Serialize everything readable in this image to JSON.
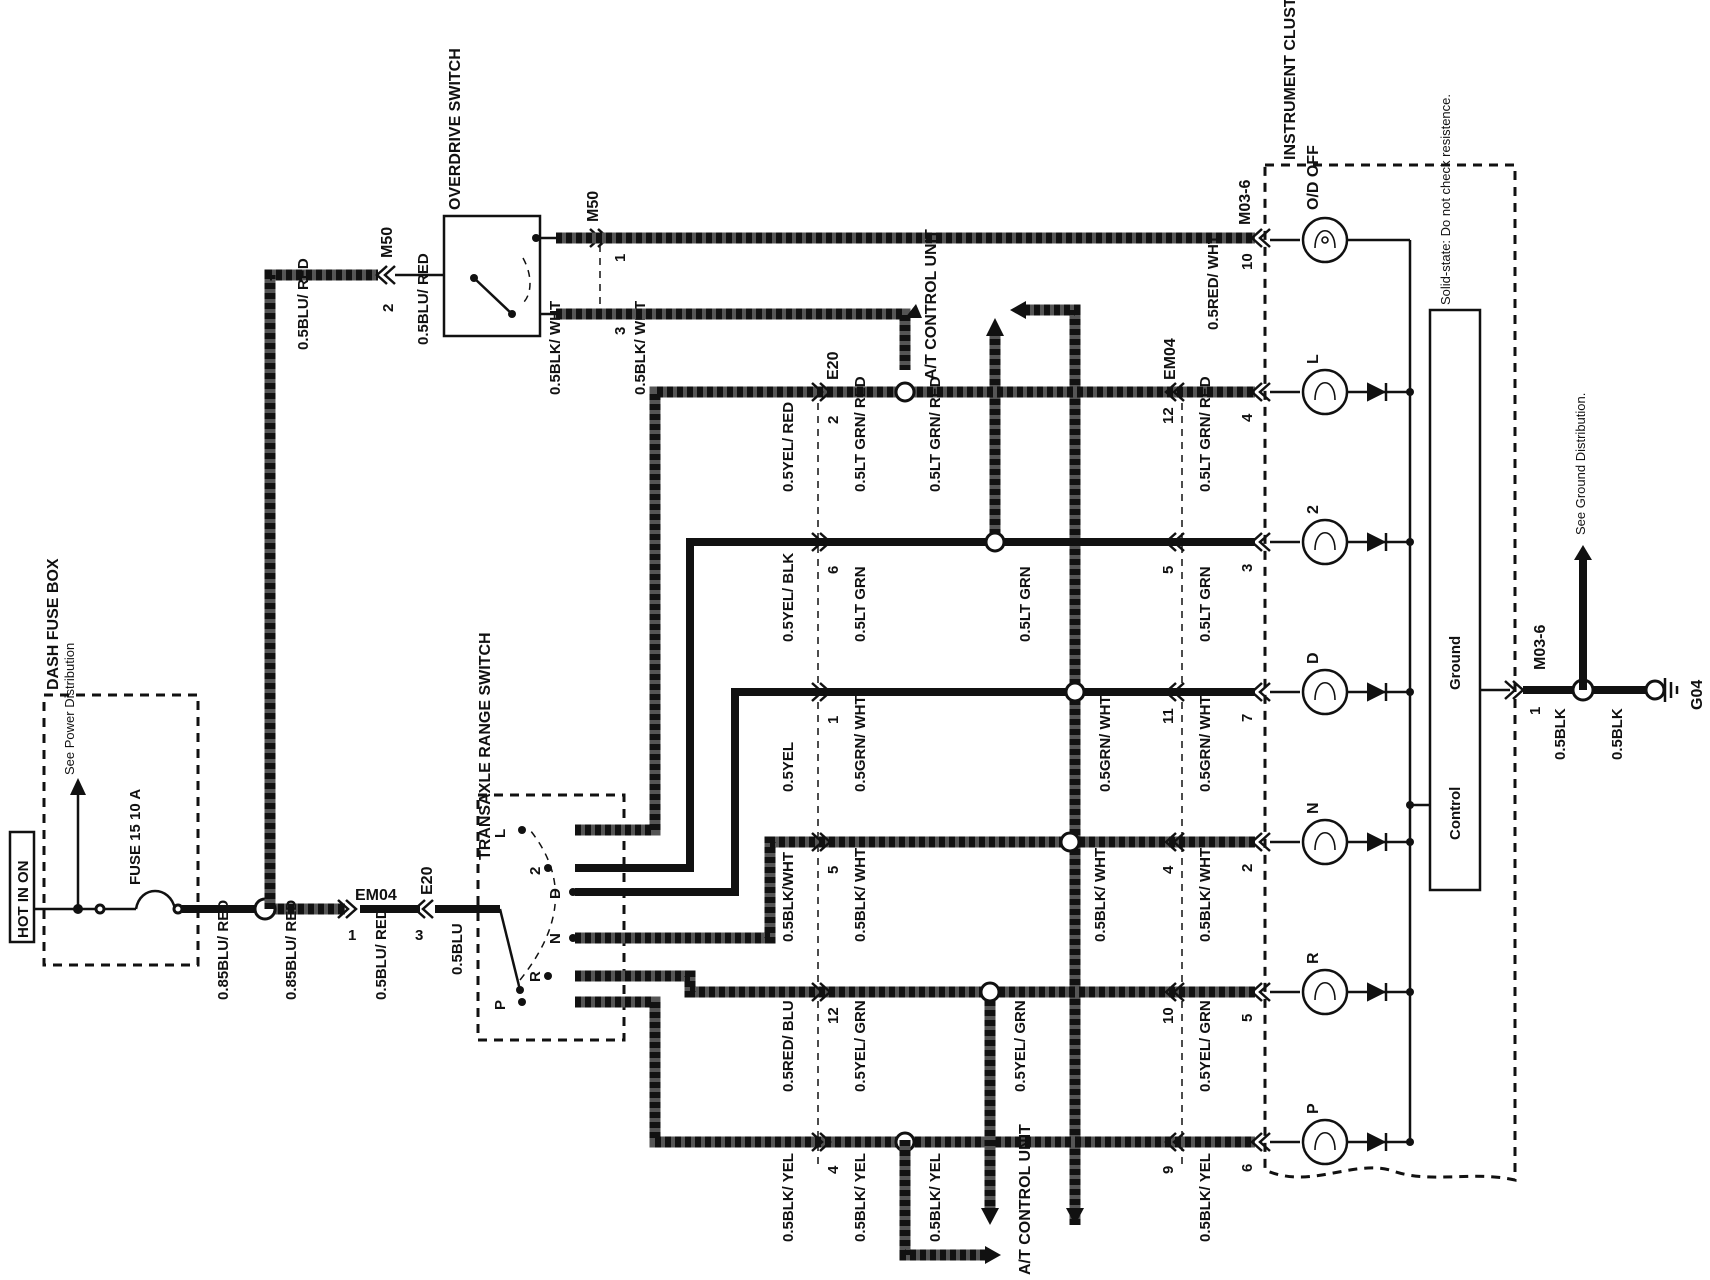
{
  "labels": {
    "hot_in_on": "HOT IN ON",
    "dash_fuse_box": "DASH FUSE BOX",
    "see_power_distribution": "See Power Distribution",
    "fuse": "FUSE 15 10 A",
    "transaxle_range_switch": "TRANSAXLE RANGE SWITCH",
    "overdrive_switch": "OVERDRIVE SWITCH",
    "instrument_cluster": "INSTRUMENT CLUSTER",
    "at_control_unit_top": "A/T CONTROL UNIT",
    "at_control_unit_bottom": "A/T CONTROL UNIT",
    "solid_state_note": "Solid-state: Do not check resistence.",
    "control": "Control",
    "ground": "Ground",
    "see_ground_distribution": "See Ground Distribution.",
    "g04": "G04"
  },
  "connectors": {
    "em04": "EM04",
    "e20": "E20",
    "m50": "M50",
    "m03_6": "M03-6"
  },
  "switch_positions": [
    "L",
    "2",
    "D",
    "N",
    "R",
    "P"
  ],
  "lamps": [
    "O/D OFF",
    "L",
    "2",
    "D",
    "N",
    "R",
    "P"
  ],
  "wires": {
    "feed_085_1": "0.85BLU/ RED",
    "feed_085_2": "0.85BLU/ RED",
    "feed_05_red": "0.5BLU/ RED",
    "feed_05_blu": "0.5BLU",
    "od_in": "0.5BLU/ RED",
    "od_in2": "0.5BLU/ RED",
    "od_out_a": "0.5BLK/ WHT",
    "od_out_b": "0.5BLK/ WHT",
    "od_cluster": "0.5RED/ WHT",
    "w_L_left": "0.5YEL/ RED",
    "w_L_mid": "0.5LT GRN/ RED",
    "w_L_at": "0.5LT GRN/ RED",
    "w_L_right": "0.5LT GRN/ RED",
    "w_2_left": "0.5YEL/ BLK",
    "w_2_mid": "0.5LT GRN",
    "w_2_at": "0.5LT GRN",
    "w_2_right": "0.5LT GRN",
    "w_D_left": "0.5YEL",
    "w_D_mid": "0.5GRN/ WHT",
    "w_D_at": "0.5GRN/ WHT",
    "w_D_right": "0.5GRN/ WHT",
    "w_N_left": "0.5BLK/WHT",
    "w_N_mid": "0.5BLK/ WHT",
    "w_N_at": "0.5BLK/ WHT",
    "w_N_right": "0.5BLK/ WHT",
    "w_R_left": "0.5RED/ BLU",
    "w_R_mid": "0.5YEL/ GRN",
    "w_R_at": "0.5YEL/ GRN",
    "w_R_right": "0.5YEL/ GRN",
    "w_P_left": "0.5BLK/ YEL",
    "w_P_mid": "0.5BLK/ YEL",
    "w_P_at": "0.5BLK/ YEL",
    "w_P_right": "0.5BLK/ YEL",
    "gnd_a": "0.5BLK",
    "gnd_b": "0.5BLK"
  },
  "pins": {
    "em04_left": "1",
    "e20_left": "3",
    "m50_in": "2",
    "m50_out_a": "1",
    "m50_out_b": "3",
    "cluster_od": "10",
    "e20_L": "2",
    "em04_L": "12",
    "cl_L": "4",
    "e20_2": "6",
    "em04_2": "5",
    "cl_2": "3",
    "e20_D": "1",
    "em04_D": "11",
    "cl_D": "7",
    "e20_N": "5",
    "em04_N": "4",
    "cl_N": "2",
    "e20_R": "12",
    "em04_R": "10",
    "cl_R": "5",
    "e20_P": "4",
    "em04_P": "9",
    "cl_P": "6",
    "gnd_pin": "1"
  }
}
